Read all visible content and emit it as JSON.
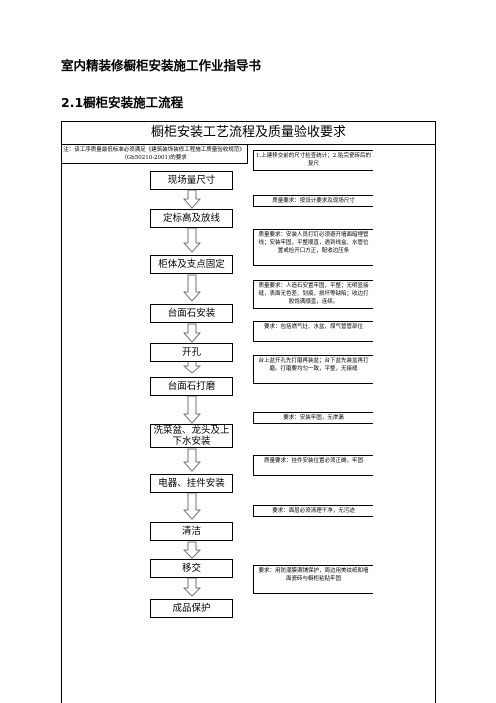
{
  "document": {
    "title": "室内精装修橱柜安装施工作业指导书",
    "section": "2.1橱柜安装施工流程"
  },
  "flowchart": {
    "header": "橱柜安装工艺流程及质量验收要求",
    "note": "注：该工序质量最低标准必须满足《建筑装饰装修工程施工质量验收规范》（Gb50210-2001)的要求",
    "steps": [
      "现场量尺寸",
      "定标高及放线",
      "柜体及支点固定",
      "台面石安装",
      "开孔",
      "台面石打磨",
      "洗菜盆、龙头及上下水安装",
      "电器、挂件安装",
      "清洁",
      "移交",
      "成品保护"
    ],
    "requirements": [
      "1.上建移交前的尺寸检查统计；2.贴完瓷砖后的复尺",
      "质量要求：按设计要求及现场尺寸",
      "质量要求：安装人员打钉必须避开墙面暗埋管线；安装牢固，平整顺直，遇到线盒、水管位置或检开口方正，配收边压条",
      "质量要求：人造石安置牢固，平整；无明显接缝，表面无色差、划痕，损坏等缺陷；收边打胶饱满顺直，连续。",
      "要求：包括燃气灶、水盆、煤气管管部位",
      "台上盆开孔先打磨再装盆；台下盆先装盆再打磨。打磨要均匀一致，平整，无接缝",
      "要求：安装牢固，无渗漏",
      "质量要求：挂件安装位置必须正确，牢固",
      "要求：面层必须清理干净，无污迹",
      "要求：用防潮膜满铺保护，周边用美纹纸和墙面瓷砖与橱柜粘贴牢固"
    ]
  }
}
